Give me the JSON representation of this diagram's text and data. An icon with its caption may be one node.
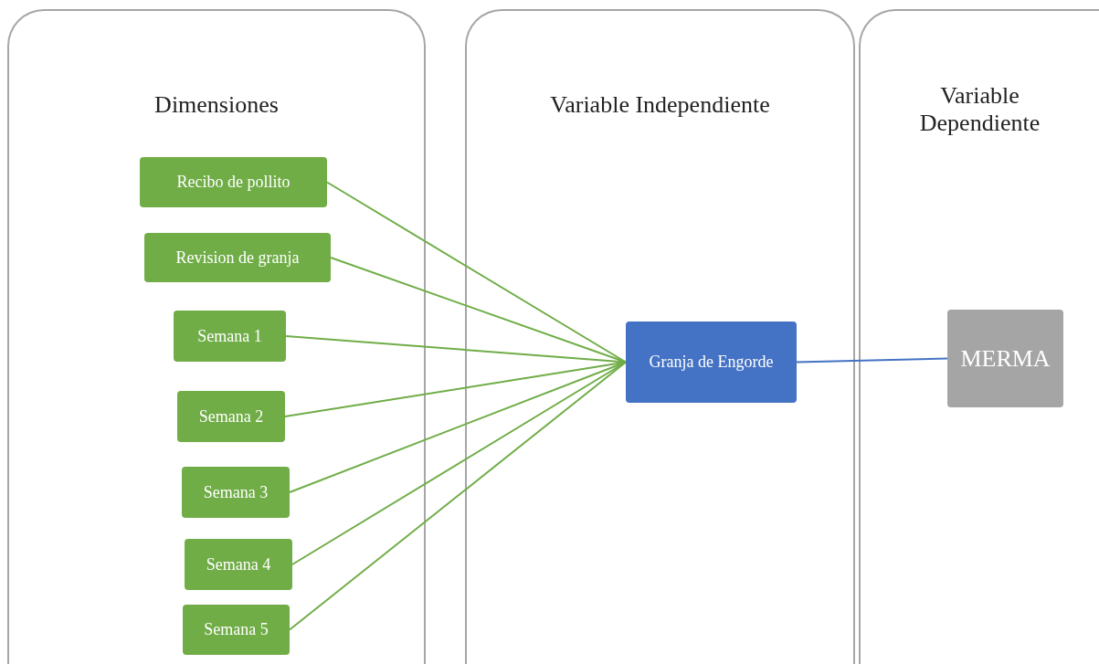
{
  "diagram": {
    "nodes": [
      {
        "text": [
          "Dimensiones"
        ]
      },
      {
        "text": [
          "Variable Independiente"
        ]
      },
      {
        "text": [
          "Variable Dependiente"
        ]
      },
      {
        "text": [
          "Recibo de pollito"
        ],
        "in": 0
      },
      {
        "text": [
          "Revision de granja"
        ],
        "in": 0
      },
      {
        "text": [
          "Semana 1"
        ],
        "in": 0
      },
      {
        "text": [
          "Semana 2"
        ],
        "in": 0
      },
      {
        "text": [
          "Semana 3"
        ],
        "in": 0
      },
      {
        "text": [
          "Semana 4"
        ],
        "in": 0
      },
      {
        "text": [
          "Semana 5"
        ],
        "in": 0
      },
      {
        "text": [
          "Granja de Engorde"
        ],
        "in": 1
      },
      {
        "text": [
          "MERMA"
        ],
        "in": 2
      }
    ],
    "edges": [
      {
        "from": 3,
        "to": 10,
        "arrow": "none"
      },
      {
        "from": 4,
        "to": 10,
        "arrow": "none"
      },
      {
        "from": 5,
        "to": 10,
        "arrow": "none"
      },
      {
        "from": 6,
        "to": 10,
        "arrow": "none"
      },
      {
        "from": 7,
        "to": 10,
        "arrow": "none"
      },
      {
        "from": 8,
        "to": 10,
        "arrow": "none"
      },
      {
        "from": 9,
        "to": 10,
        "arrow": "none"
      },
      {
        "from": 10,
        "to": 11,
        "arrow": "none",
        "color": "#4472c4"
      }
    ]
  }
}
